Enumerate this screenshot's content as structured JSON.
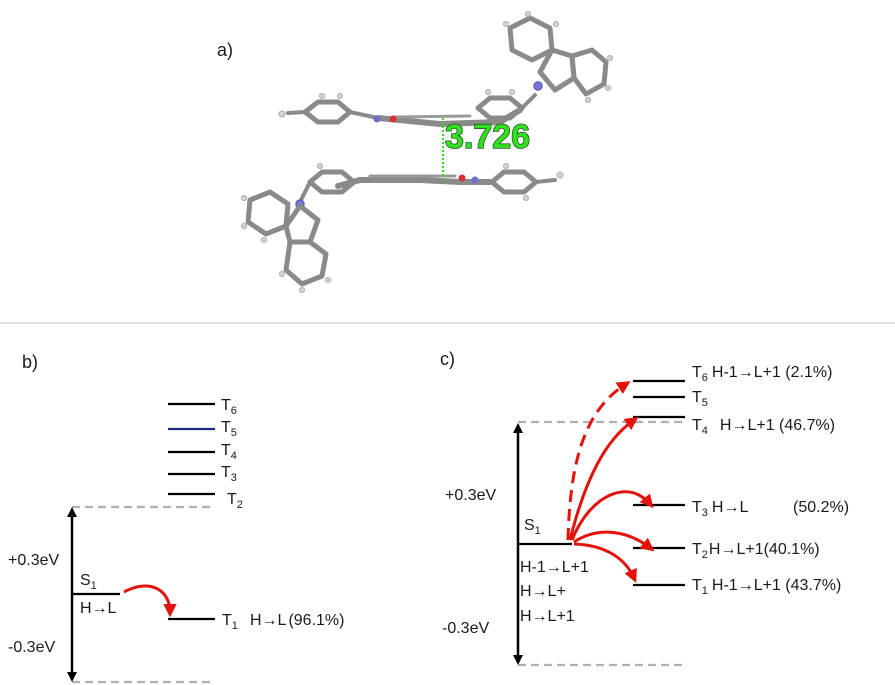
{
  "panels": {
    "a": {
      "label": "a)",
      "distance": "3.726"
    },
    "b": {
      "label": "b)",
      "plus": "+0.3eV",
      "minus": "-0.3eV",
      "s1": "S",
      "s1_sub": "1",
      "s1_transition": "H→L",
      "t1": "T",
      "t1_sub": "1",
      "t1_transition": "H→L",
      "t1_percent": "(96.1%)",
      "levels": [
        {
          "name": "T",
          "sub": "6"
        },
        {
          "name": "T",
          "sub": "5"
        },
        {
          "name": "T",
          "sub": "4"
        },
        {
          "name": "T",
          "sub": "3"
        },
        {
          "name": "T",
          "sub": "2"
        }
      ]
    },
    "c": {
      "label": "c)",
      "plus": "+0.3eV",
      "minus": "-0.3eV",
      "s1": "S",
      "s1_sub": "1",
      "s1_transitions": [
        "H-1→L+1",
        "H→L+",
        "H→L+1"
      ],
      "t6": {
        "name": "T",
        "sub": "6",
        "text": "H-1→L+1  (2.1%)"
      },
      "t5": {
        "name": "T",
        "sub": "5"
      },
      "t4": {
        "name": "T",
        "sub": "4",
        "text": "H→L+1 (46.7%)"
      },
      "t3": {
        "name": "T",
        "sub": "3",
        "text": "H→L",
        "percent": "(50.2%)"
      },
      "t2": {
        "name": "T",
        "sub": "2",
        "text": "H→L+1(40.1%)"
      },
      "t1": {
        "name": "T",
        "sub": "1",
        "text": "H-1→L+1 (43.7%)"
      }
    }
  },
  "colors": {
    "distance_text": "#33dd22",
    "distance_outline": "#0a3a0a",
    "arrow": "#e3120b",
    "t5_line_b": "#1c2a8a",
    "dashed_level": "#b0b0b0"
  }
}
